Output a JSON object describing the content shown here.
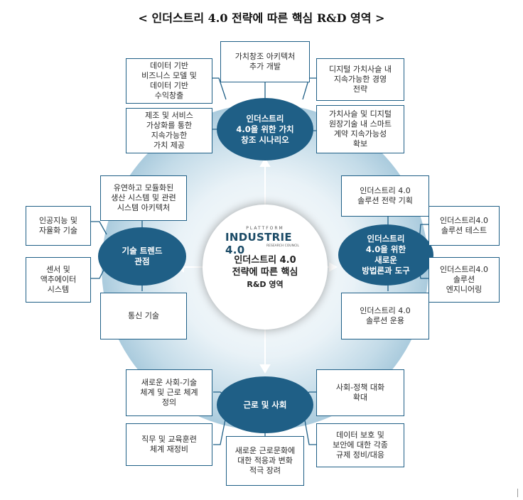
{
  "title": "< 인더스트리 4.0 전략에 따른 핵심 R&D 영역 >",
  "colors": {
    "node": "#1f5f86",
    "border": "#1f5f86",
    "glow": "#bcd7e6"
  },
  "center": {
    "logo_small": "PLATTFORM",
    "logo_main": "INDUSTRIE 4.0",
    "logo_sub": "RESEARCH COUNCIL",
    "text_line": "인더스트리 4.0\n전략에 따른 핵심",
    "text_bottom": "R&D 영역"
  },
  "nodes": {
    "top": "인더스트리\n4.0을 위한 가치\n창조 시나리오",
    "left": "기술 트렌드\n관점",
    "right": "인더스트리\n4.0을 위한\n새로운\n방법론과 도구",
    "bottom": "근로 및 사회"
  },
  "boxes": {
    "top_center": "가치창조 아키텍처\n추가 개발",
    "top_left_1": "데이터 기반\n비즈니스 모델 및\n데이터 기반\n수익창출",
    "top_left_2": "제조 및 서비스\n가상화를 통한\n지속가능한\n가치 제공",
    "top_right_1": "디지털 가치사슬 내\n지속가능한 경영\n전략",
    "top_right_2": "가치사슬 및 디지털\n원장기술 내 스마트\n계약 지속가능성\n확보",
    "left_top": "유연하고 모듈화된\n생산 시스템 및 관련\n시스템 아키텍처",
    "left_1": "인공지능 및\n자율화 기술",
    "left_2": "센서 및\n액추에이터\n시스템",
    "left_bottom": "통신 기술",
    "right_top": "인더스트리 4.0\n솔루션 전략 기획",
    "right_1": "인더스트리4.0\n솔루션 테스트",
    "right_2": "인더스트리4.0\n솔루션\n엔지니어링",
    "right_bottom": "인더스트리 4.0\n솔루션 운용",
    "bottom_left_1": "새로운 사회-기술\n체계 및 근로 체계\n정의",
    "bottom_left_2": "직무 및 교육훈련\n체계 재정비",
    "bottom_center": "새로운 근로문화에\n대한 적응과 변화\n적극 장려",
    "bottom_right_1": "사회-정책 대화\n확대",
    "bottom_right_2": "데이터 보호 및\n보안에 대한 각종\n규제 정비/대응"
  }
}
